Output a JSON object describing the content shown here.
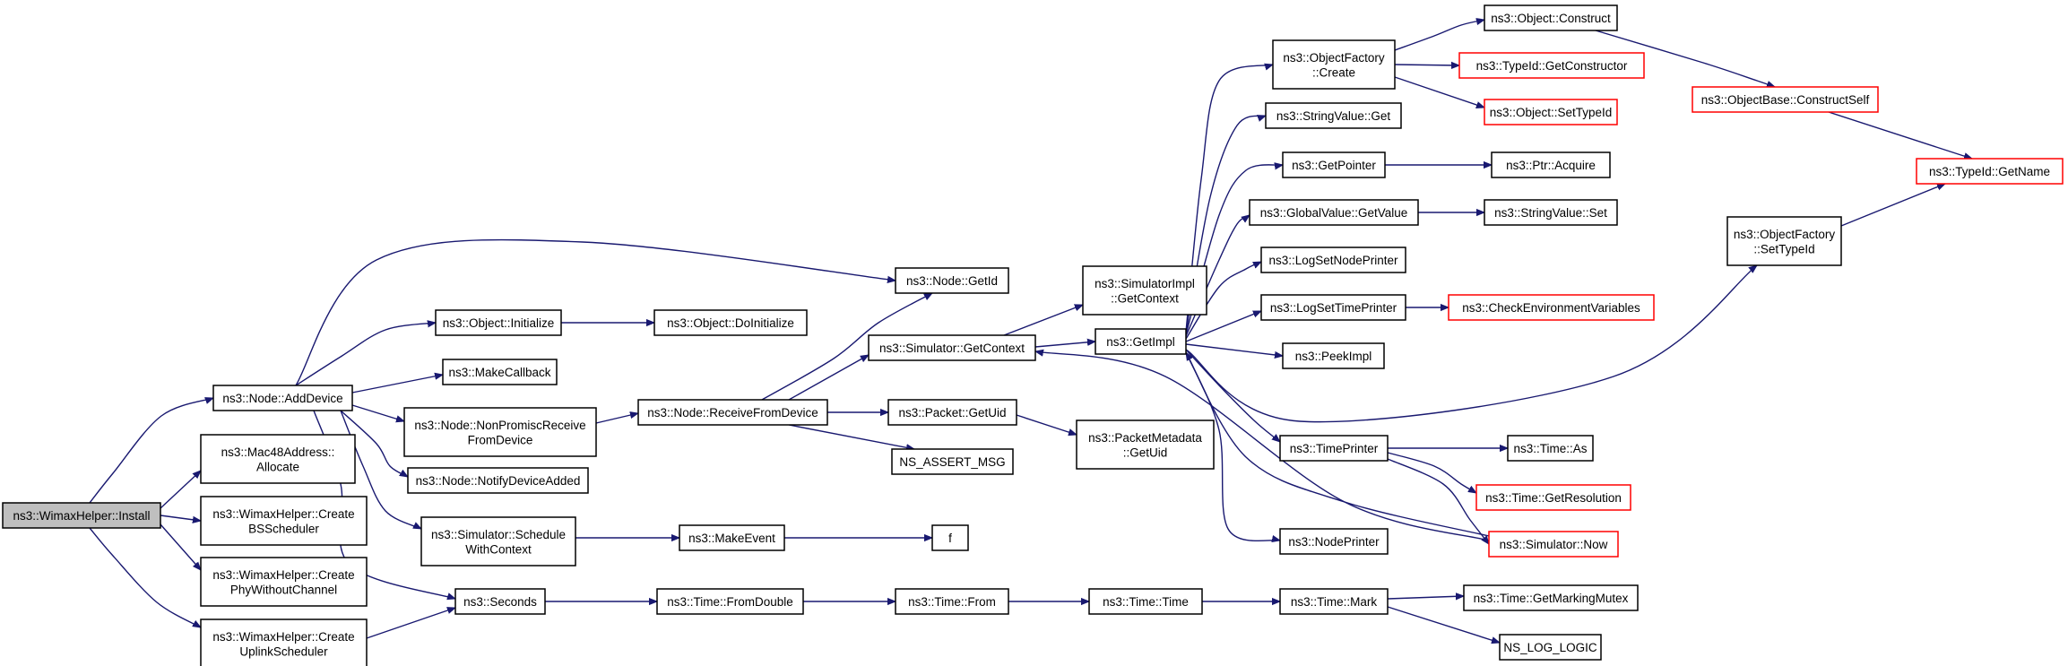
{
  "colors": {
    "edge": "#191970",
    "box_border": "#000000",
    "truncated_border": "#ff0000",
    "root_fill": "#bfbfbf",
    "box_fill": "#ffffff"
  },
  "nodes": {
    "install": [
      "ns3::WimaxHelper::Install"
    ],
    "add_device": [
      "ns3::Node::AddDevice"
    ],
    "mac48_allocate": [
      "ns3::Mac48Address::",
      "Allocate"
    ],
    "create_bs_scheduler": [
      "ns3::WimaxHelper::Create",
      "BSScheduler"
    ],
    "create_phy_without_channel": [
      "ns3::WimaxHelper::Create",
      "PhyWithoutChannel"
    ],
    "create_uplink_scheduler": [
      "ns3::WimaxHelper::Create",
      "UplinkScheduler"
    ],
    "object_initialize": [
      "ns3::Object::Initialize"
    ],
    "make_callback": [
      "ns3::MakeCallback"
    ],
    "non_promisc_receive": [
      "ns3::Node::NonPromiscReceive",
      "FromDevice"
    ],
    "notify_device_added": [
      "ns3::Node::NotifyDeviceAdded"
    ],
    "schedule_with_context": [
      "ns3::Simulator::Schedule",
      "WithContext"
    ],
    "seconds": [
      "ns3::Seconds"
    ],
    "object_do_initialize": [
      "ns3::Object::DoInitialize"
    ],
    "receive_from_device": [
      "ns3::Node::ReceiveFromDevice"
    ],
    "make_event": [
      "ns3::MakeEvent"
    ],
    "time_from_double": [
      "ns3::Time::FromDouble"
    ],
    "node_get_id": [
      "ns3::Node::GetId"
    ],
    "simulator_get_context": [
      "ns3::Simulator::GetContext"
    ],
    "packet_get_uid": [
      "ns3::Packet::GetUid"
    ],
    "ns_assert_msg": [
      "NS_ASSERT_MSG"
    ],
    "f": [
      "f"
    ],
    "time_from": [
      "ns3::Time::From"
    ],
    "simulator_impl_get_context": [
      "ns3::SimulatorImpl",
      "::GetContext"
    ],
    "packet_metadata_get_uid": [
      "ns3::PacketMetadata",
      "::GetUid"
    ],
    "time_time": [
      "ns3::Time::Time"
    ],
    "get_impl": [
      "ns3::GetImpl"
    ],
    "object_factory_create": [
      "ns3::ObjectFactory",
      "::Create"
    ],
    "string_value_get": [
      "ns3::StringValue::Get"
    ],
    "get_pointer": [
      "ns3::GetPointer"
    ],
    "global_value_get_value": [
      "ns3::GlobalValue::GetValue"
    ],
    "log_set_node_printer": [
      "ns3::LogSetNodePrinter"
    ],
    "log_set_time_printer": [
      "ns3::LogSetTimePrinter"
    ],
    "peek_impl": [
      "ns3::PeekImpl"
    ],
    "time_printer": [
      "ns3::TimePrinter"
    ],
    "node_printer": [
      "ns3::NodePrinter"
    ],
    "time_mark": [
      "ns3::Time::Mark"
    ],
    "object_construct": [
      "ns3::Object::Construct"
    ],
    "type_id_get_constructor": [
      "ns3::TypeId::GetConstructor"
    ],
    "object_set_type_id": [
      "ns3::Object::SetTypeId"
    ],
    "ptr_acquire": [
      "ns3::Ptr::Acquire"
    ],
    "string_value_set": [
      "ns3::StringValue::Set"
    ],
    "check_environment_variables": [
      "ns3::CheckEnvironmentVariables"
    ],
    "time_as": [
      "ns3::Time::As"
    ],
    "time_get_resolution": [
      "ns3::Time::GetResolution"
    ],
    "simulator_now": [
      "ns3::Simulator::Now"
    ],
    "time_get_marking_mutex": [
      "ns3::Time::GetMarkingMutex"
    ],
    "ns_log_logic": [
      "NS_LOG_LOGIC"
    ],
    "object_base_construct_self": [
      "ns3::ObjectBase::ConstructSelf"
    ],
    "object_factory_set_type_id": [
      "ns3::ObjectFactory",
      "::SetTypeId"
    ],
    "type_id_get_name": [
      "ns3::TypeId::GetName"
    ]
  }
}
